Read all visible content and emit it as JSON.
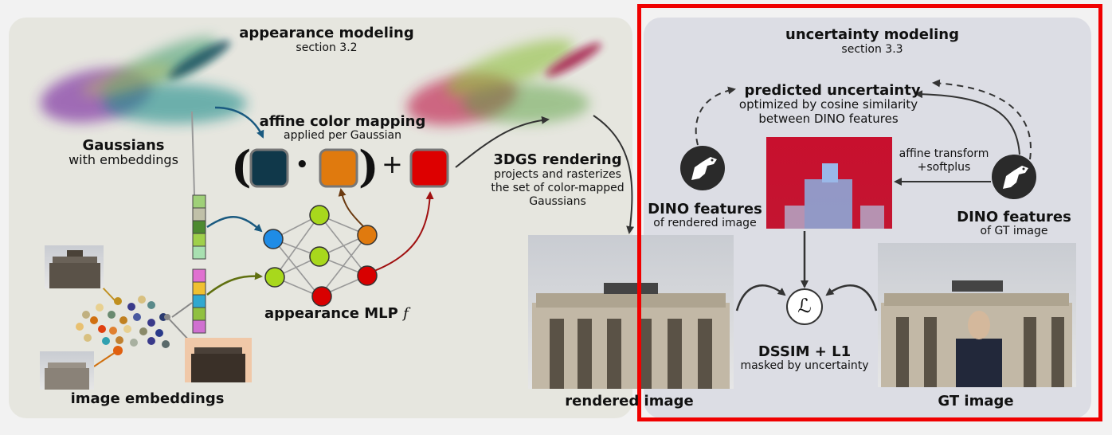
{
  "appearance": {
    "title": "appearance modeling",
    "section": "section 3.2"
  },
  "uncertainty": {
    "title": "uncertainty modeling",
    "section": "section 3.3"
  },
  "gaussians": {
    "title": "Gaussians",
    "subtitle": "with embeddings"
  },
  "affine": {
    "title": "affine color mapping",
    "subtitle": "applied per Gaussian"
  },
  "formula": {
    "open_paren": "(",
    "dot": "•",
    "close_paren": ")",
    "plus": "+"
  },
  "rendering": {
    "title": "3DGS rendering",
    "desc": [
      "projects and rasterizes",
      "the set of color-mapped",
      "Gaussians"
    ]
  },
  "mlp": {
    "label": "appearance MLP",
    "symbol": "f"
  },
  "image_embeddings": {
    "label": "image embeddings"
  },
  "rendered_image": {
    "label": "rendered image"
  },
  "gt_image": {
    "label": "GT image"
  },
  "predicted_uncertainty": {
    "title": "predicted uncertainty",
    "desc": [
      "optimized by cosine similarity",
      "between DINO features"
    ]
  },
  "dino_rendered": {
    "title": "DINO features",
    "subtitle": "of rendered image"
  },
  "dino_gt": {
    "title": "DINO features",
    "subtitle": "of GT image"
  },
  "transform": {
    "lines": [
      "affine transform",
      "+softplus"
    ]
  },
  "loss": {
    "symbol": "ℒ",
    "title": "DSSIM + L1",
    "subtitle": "masked by uncertainty"
  },
  "colors": {
    "highlight": "#f00000",
    "color_dark_teal": "#10384a",
    "color_orange": "#e07a0e",
    "color_red": "#dd0000",
    "mlp_input": "#1f8ce6",
    "mlp_hidden": "#a8d81c",
    "mlp_output": "#e07a0e",
    "mlp_extra": "#d80000"
  },
  "icons": {
    "dino": "dinosaur-icon"
  }
}
